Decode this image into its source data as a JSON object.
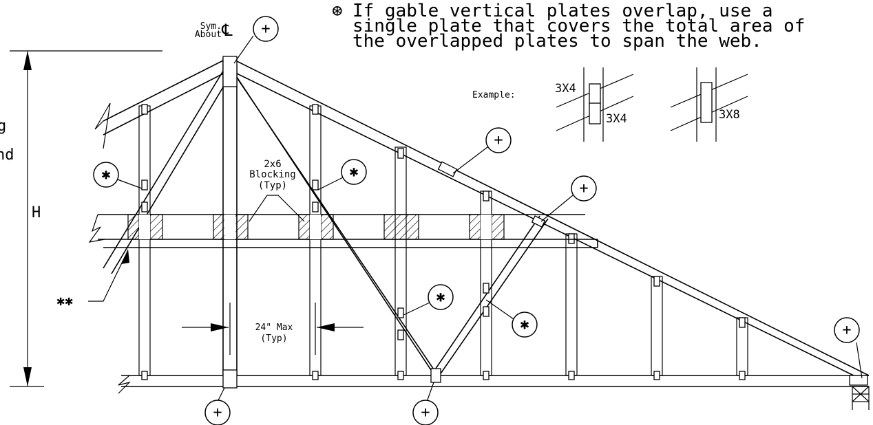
{
  "note": {
    "symbol": "⊛",
    "line1": "If gable vertical plates overlap, use a",
    "line2": "single plate that covers the total area of",
    "line3": "the overlapped plates to span the web."
  },
  "labels": {
    "sym_line1": "Sym.",
    "sym_line2": "About",
    "centerline": "℄",
    "example": "Example:",
    "plate_3x4_top": "3X4",
    "plate_3x4_bottom": "3X4",
    "plate_3x8": "3X8",
    "blocking_line1": "2x6",
    "blocking_line2": "Blocking",
    "blocking_line3": "(Typ)",
    "spacing_line1": "24\" Max",
    "spacing_line2": "(Typ)",
    "height": "H",
    "double_star": "✱✱",
    "cut_g": "g",
    "cut_nd": "nd"
  },
  "symbols": {
    "plus": "+",
    "star": "✱"
  }
}
